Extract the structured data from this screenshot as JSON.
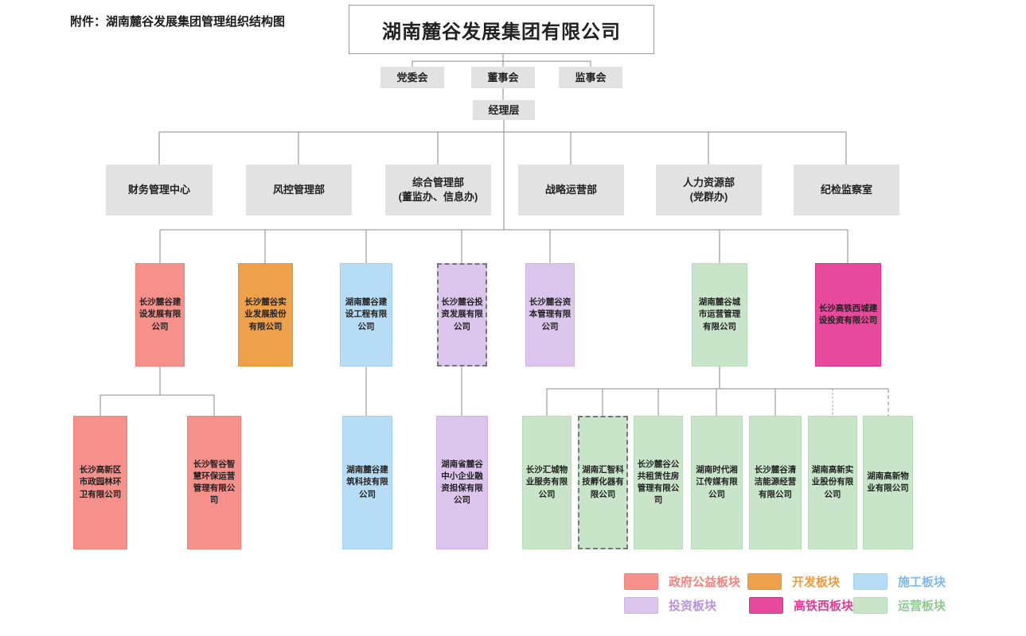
{
  "header": {
    "attachment_label": "附件：湖南麓谷发展集团管理组织结构图"
  },
  "org": {
    "root": "湖南麓谷发展集团有限公司",
    "boards": [
      "党委会",
      "董事会",
      "监事会"
    ],
    "management": "经理层",
    "departments": [
      {
        "line1": "财务管理中心",
        "line2": ""
      },
      {
        "line1": "风控管理部",
        "line2": ""
      },
      {
        "line1": "综合管理部",
        "line2": "(董监办、信息办)"
      },
      {
        "line1": "战略运营部",
        "line2": ""
      },
      {
        "line1": "人力资源部",
        "line2": "(党群办)"
      },
      {
        "line1": "纪检监察室",
        "line2": ""
      }
    ],
    "companies": [
      {
        "name": "长沙麓谷建设发展有限公司",
        "sector": "政府公益板块",
        "dashed": false
      },
      {
        "name": "长沙麓谷实业发展股份有限公司",
        "sector": "开发板块",
        "dashed": false
      },
      {
        "name": "湖南麓谷建设工程有限公司",
        "sector": "施工板块",
        "dashed": false
      },
      {
        "name": "长沙麓谷投资发展有限公司",
        "sector": "投资板块",
        "dashed": true
      },
      {
        "name": "长沙麓谷资本管理有限公司",
        "sector": "投资板块",
        "dashed": false
      },
      {
        "name": "湖南麓谷城市运营管理有限公司",
        "sector": "运营板块",
        "dashed": false
      },
      {
        "name": "长沙高铁西城建设投资有限公司",
        "sector": "高铁西板块",
        "dashed": false
      }
    ],
    "subsidiaries": [
      {
        "name": "长沙高新区市政园林环卫有限公司",
        "sector": "政府公益板块",
        "dashed": false
      },
      {
        "name": "长沙智谷智慧环保运营管理有限公司",
        "sector": "政府公益板块",
        "dashed": false
      },
      {
        "name": "湖南麓谷建筑科技有限公司",
        "sector": "施工板块",
        "dashed": false
      },
      {
        "name": "湖南省麓谷中小企业融资担保有限公司",
        "sector": "投资板块",
        "dashed": false
      },
      {
        "name": "长沙汇城物业服务有限公司",
        "sector": "运营板块",
        "dashed": false
      },
      {
        "name": "湖南汇智科技孵化器有限公司",
        "sector": "运营板块",
        "dashed": true
      },
      {
        "name": "长沙麓谷公共租赁住房管理有限公司",
        "sector": "运营板块",
        "dashed": false
      },
      {
        "name": "湖南时代湘江传媒有限公司",
        "sector": "运营板块",
        "dashed": false
      },
      {
        "name": "长沙麓谷清洁能源经营有限公司",
        "sector": "运营板块",
        "dashed": false
      },
      {
        "name": "湖南高新实业股份有限公司",
        "sector": "运营板块",
        "dashed_connector": true
      },
      {
        "name": "湖南高新物业有限公司",
        "sector": "运营板块",
        "dashed_connector": true
      }
    ]
  },
  "legend": [
    {
      "label": "政府公益板块",
      "swatch_color": "#F5908A",
      "label_color": "#F2837D"
    },
    {
      "label": "开发板块",
      "swatch_color": "#EFA04B",
      "label_color": "#EE9B3D"
    },
    {
      "label": "施工板块",
      "swatch_color": "#B7DCF5",
      "label_color": "#7DB8EF"
    },
    {
      "label": "投资板块",
      "swatch_color": "#DCC5EC",
      "label_color": "#B792DE"
    },
    {
      "label": "高铁西板块",
      "swatch_color": "#E74A9D",
      "label_color": "#E23A92"
    },
    {
      "label": "运营板块",
      "swatch_color": "#C8E4C9",
      "label_color": "#8CCB90"
    }
  ],
  "colors": {
    "department_box": "#E2E2E2",
    "connector_line": "#8A8A8A",
    "root_border": "#9A9A9A"
  }
}
